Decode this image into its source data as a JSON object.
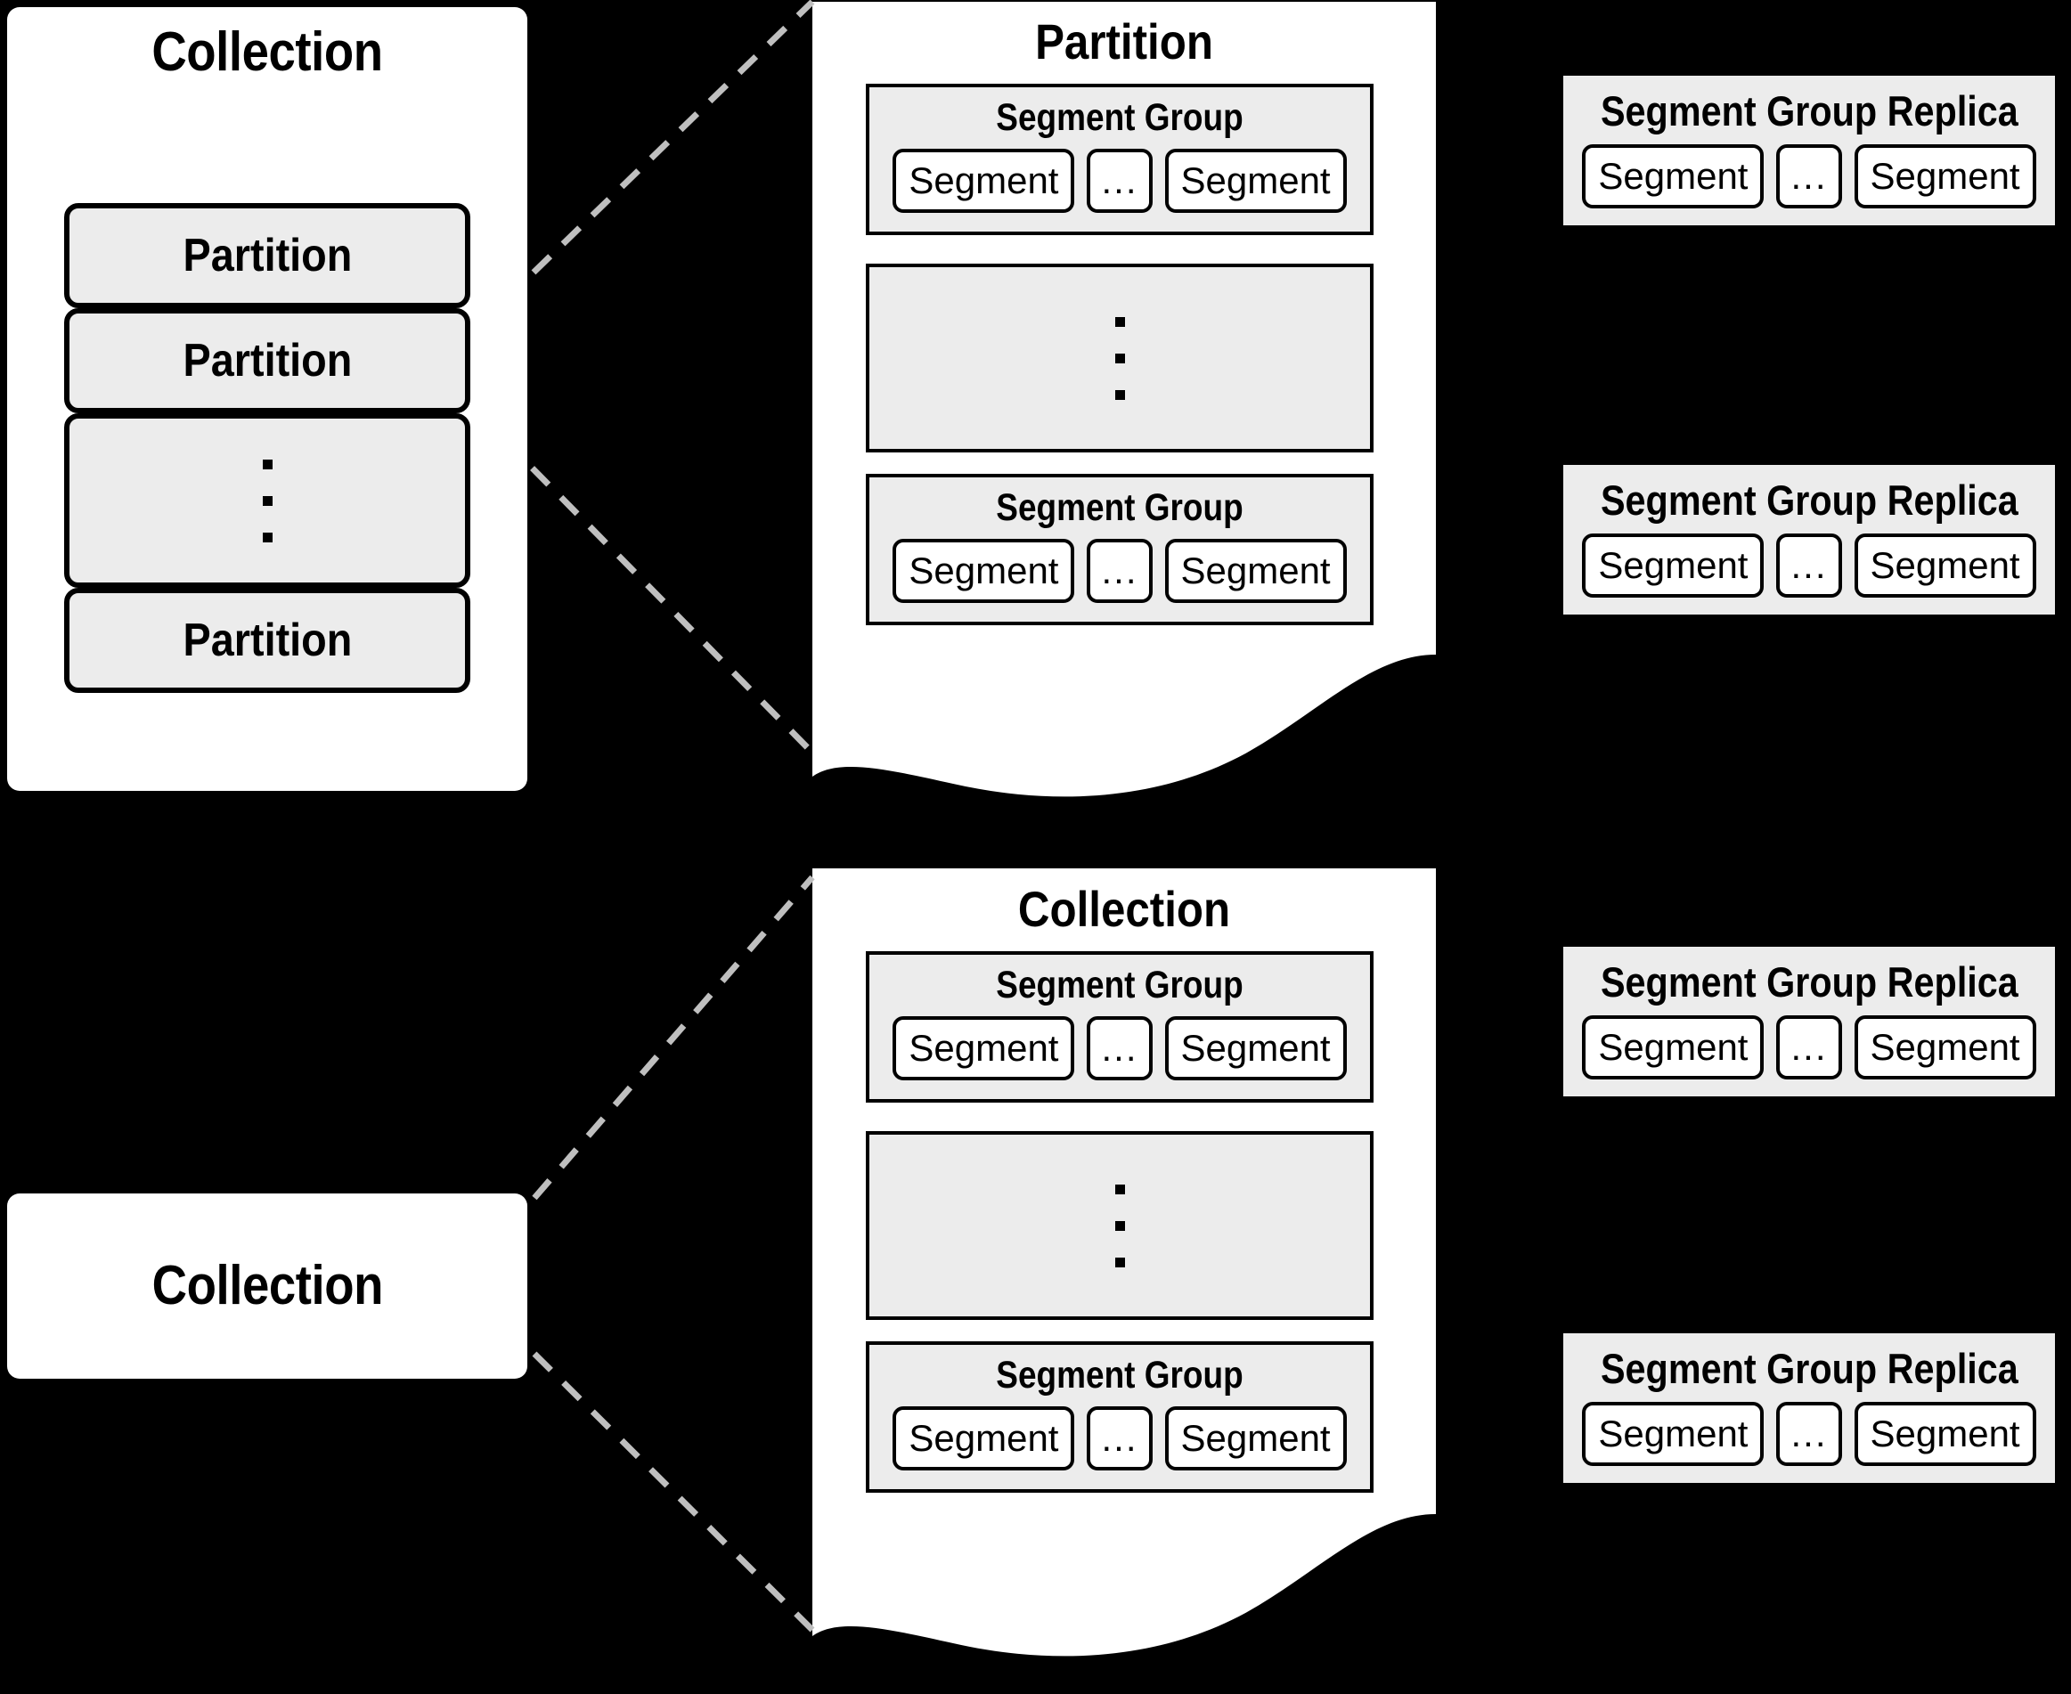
{
  "diagram": {
    "title_collection": "Collection",
    "title_partition": "Partition",
    "labels": {
      "collection": "Collection",
      "partition": "Partition",
      "segment_group": "Segment Group",
      "segment_group_replica": "Segment Group Replica",
      "segment": "Segment",
      "ellipsis": "..."
    },
    "colors": {
      "background": "#000000",
      "card_fill": "#ffffff",
      "chip_fill": "#ececec",
      "stroke": "#000000",
      "connector": "#bfbfbf"
    }
  },
  "top_section": {
    "collection_card": {
      "title": "Collection",
      "partitions": [
        {
          "label": "Partition"
        },
        {
          "label": "Partition"
        },
        {
          "label": ""
        },
        {
          "label": "Partition"
        }
      ]
    },
    "detail_panel": {
      "title": "Partition",
      "segment_groups": [
        {
          "title": "Segment Group",
          "segments": [
            "Segment",
            "...",
            "Segment"
          ]
        },
        {
          "title": "",
          "segments": []
        },
        {
          "title": "Segment Group",
          "segments": [
            "Segment",
            "...",
            "Segment"
          ]
        }
      ]
    },
    "replicas": [
      {
        "title": "Segment Group Replica",
        "segments": [
          "Segment",
          "...",
          "Segment"
        ]
      },
      {
        "title": "Segment Group Replica",
        "segments": [
          "Segment",
          "...",
          "Segment"
        ]
      }
    ]
  },
  "bottom_section": {
    "collection_card": {
      "title": "Collection"
    },
    "detail_panel": {
      "title": "Collection",
      "segment_groups": [
        {
          "title": "Segment Group",
          "segments": [
            "Segment",
            "...",
            "Segment"
          ]
        },
        {
          "title": "",
          "segments": []
        },
        {
          "title": "Segment Group",
          "segments": [
            "Segment",
            "...",
            "Segment"
          ]
        }
      ]
    },
    "replicas": [
      {
        "title": "Segment Group Replica",
        "segments": [
          "Segment",
          "...",
          "Segment"
        ]
      },
      {
        "title": "Segment Group Replica",
        "segments": [
          "Segment",
          "...",
          "Segment"
        ]
      }
    ]
  }
}
